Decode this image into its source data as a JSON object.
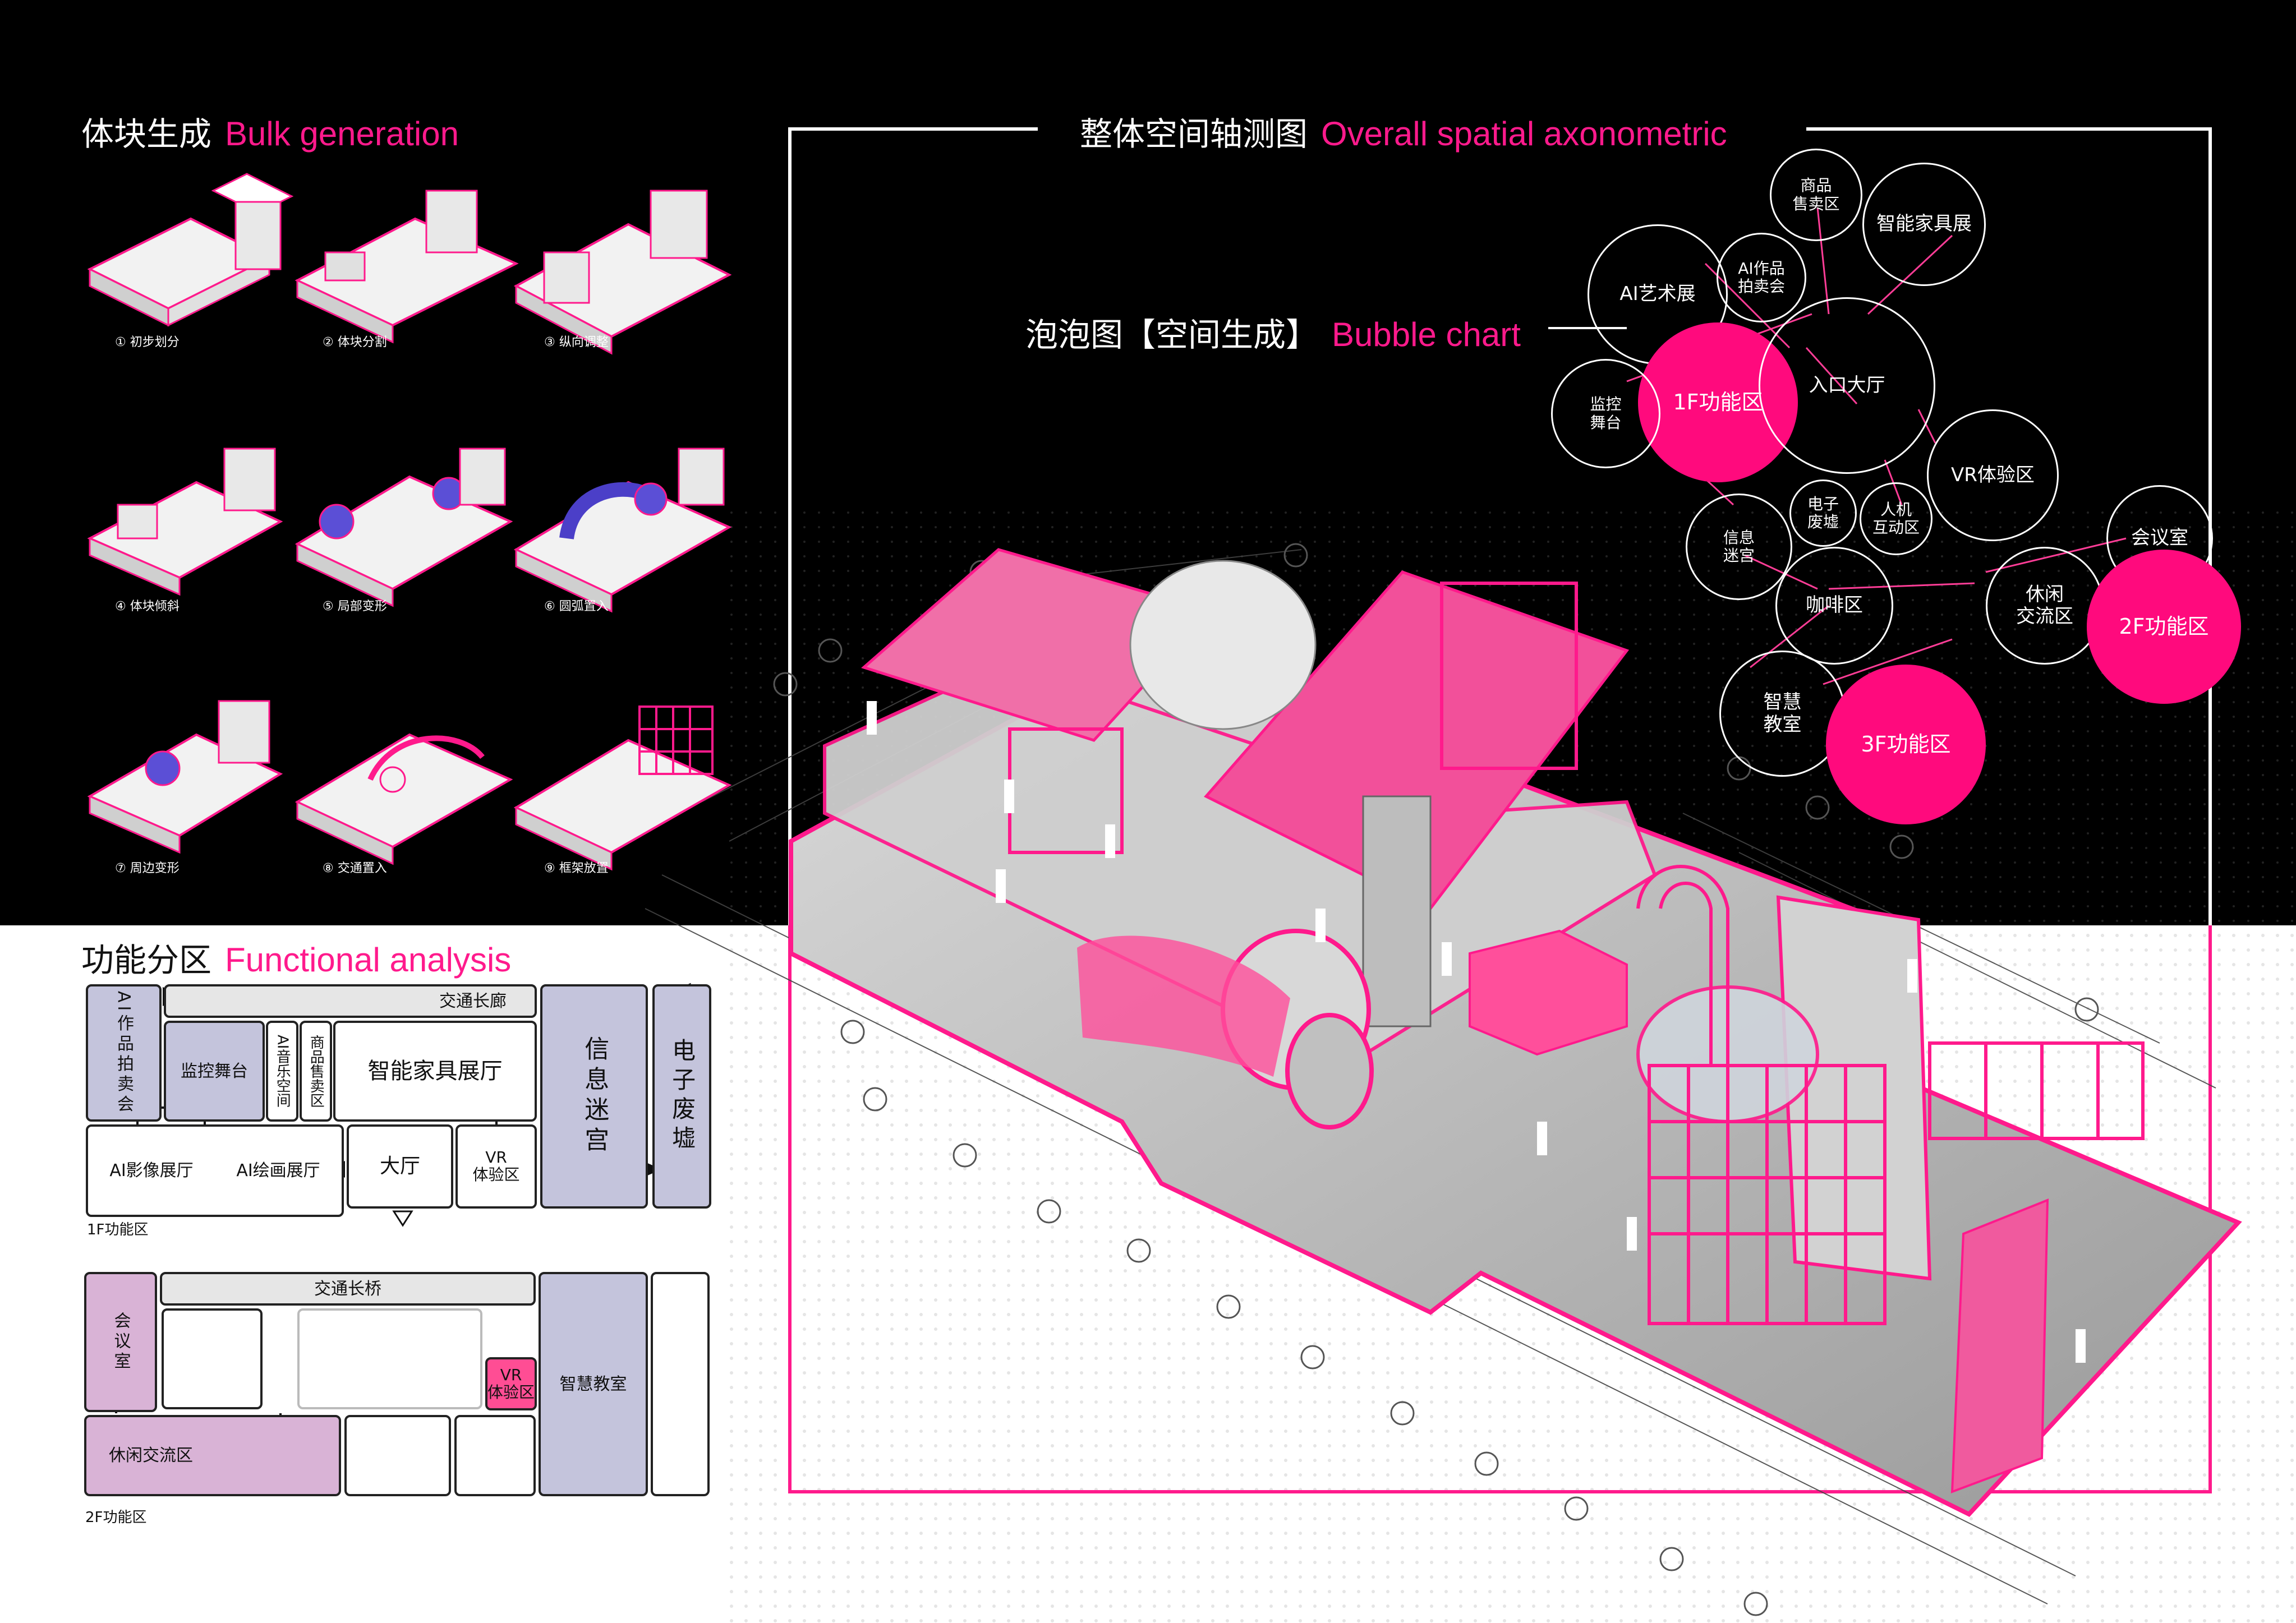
{
  "bulk": {
    "title_cn": "体块生成",
    "title_en": "Bulk generation",
    "steps": [
      "① 初步划分",
      "② 体块分割",
      "③ 纵向调整",
      "④ 体块倾斜",
      "⑤ 局部变形",
      "⑥ 圆弧置入",
      "⑦ 周边变形",
      "⑧ 交通置入",
      "⑨ 框架放置"
    ]
  },
  "axon": {
    "title_cn": "整体空间轴测图",
    "title_en": "Overall spatial axonometric"
  },
  "bubble_chart": {
    "title_cn": "泡泡图【空间生成】",
    "title_en": "Bubble chart",
    "bubbles": {
      "shop": "商品\n售卖区",
      "smart_home": "智能家具展",
      "ai_auction": "AI作品\n拍卖会",
      "ai_art": "AI艺术展",
      "f1": "1F功能区",
      "lobby": "入口大厅",
      "monitor": "监控\n舞台",
      "vr": "VR体验区",
      "ewaste": "电子\n废墟",
      "hci": "人机\n互动区",
      "maze": "信息\n迷宫",
      "meeting": "会议室",
      "cafe": "咖啡区",
      "lounge": "休闲\n交流区",
      "f2": "2F功能区",
      "classroom": "智慧\n教室",
      "f3": "3F功能区"
    },
    "colors": {
      "accent": "#ff0a7d",
      "outline": "#ffffff"
    }
  },
  "functional": {
    "title_cn": "功能分区",
    "title_en": "Functional  analysis",
    "f1": {
      "caption": "1F功能区",
      "ai_auction": "AI作品拍卖会",
      "corridor": "交通长廊",
      "monitor_stage": "监控舞台",
      "ai_music": "AI音乐空间",
      "shop": "商品售卖区",
      "smart_home_hall": "智能家具展厅",
      "ai_image": "AI影像展厅",
      "ai_paint": "AI绘画展厅",
      "lobby": "大厅",
      "vr": "VR\n体验区",
      "maze": "信息迷宫",
      "ewaste": "电子废墟"
    },
    "f2": {
      "caption": "2F功能区",
      "bridge": "交通长桥",
      "meeting": "会议室",
      "vr": "VR\n体验区",
      "classroom": "智慧教室",
      "lounge": "休闲交流区"
    }
  }
}
